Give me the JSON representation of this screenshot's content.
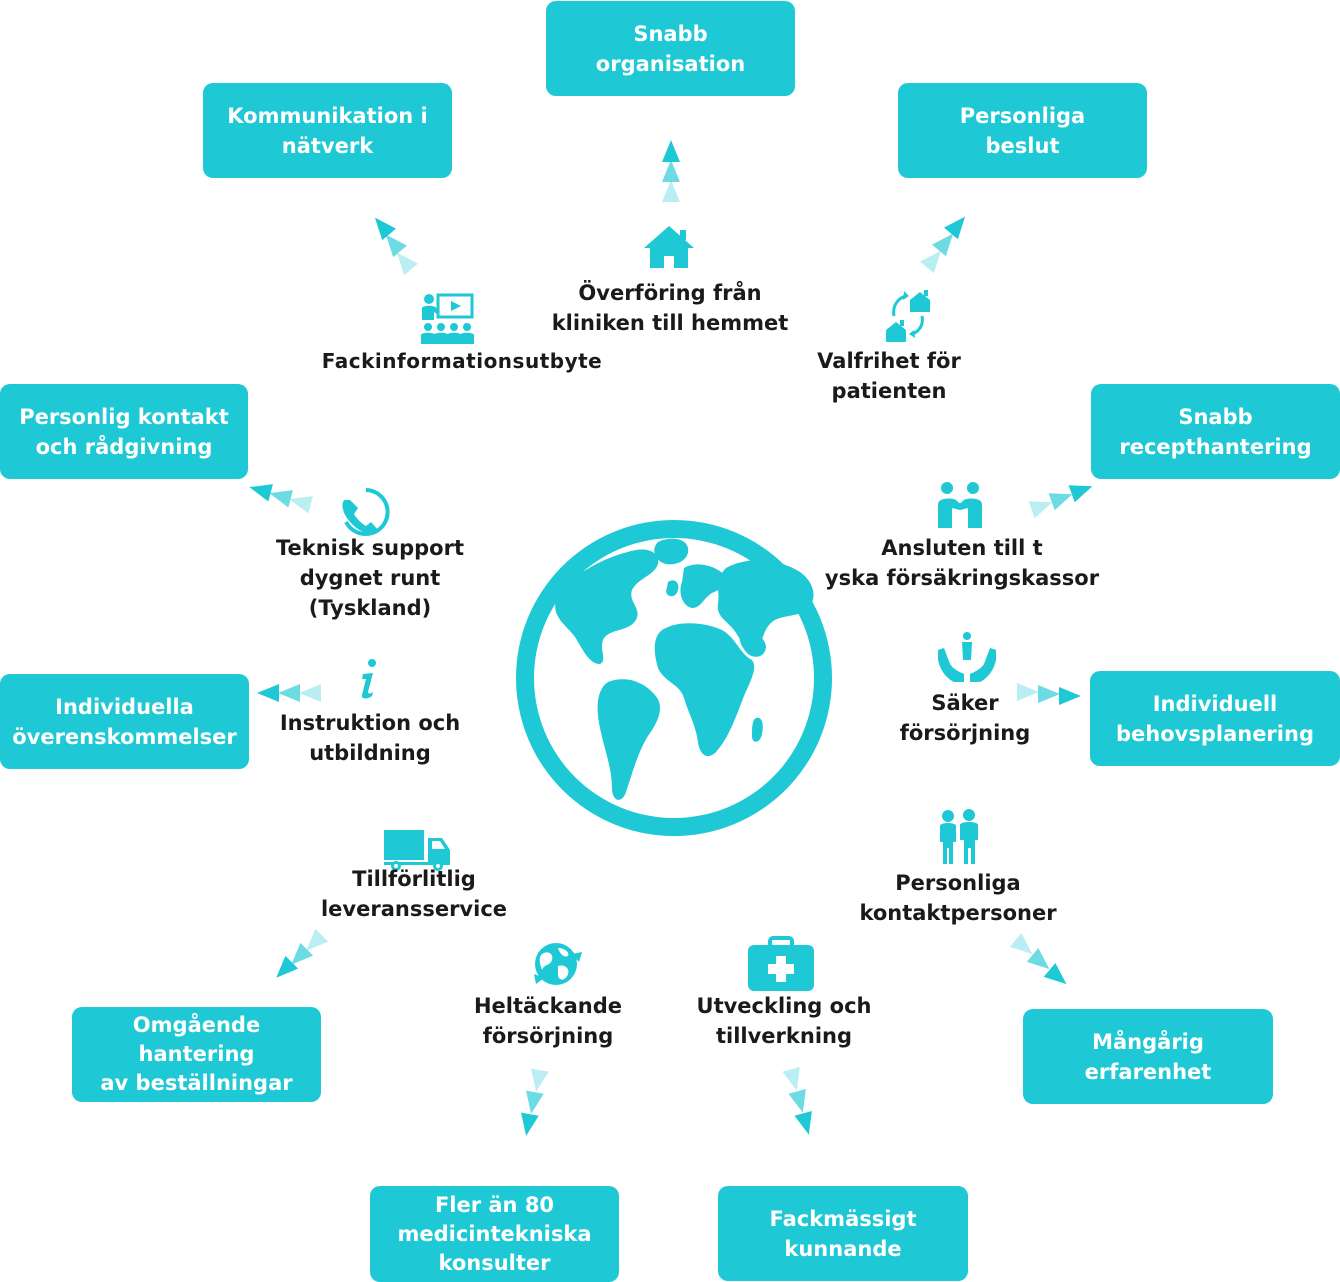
{
  "colors": {
    "teal": "#1ec8d4",
    "text": "#1a1a1a"
  },
  "boxes": {
    "snabb_org": [
      "Snabb",
      "organisation"
    ],
    "kommunikation": [
      "Kommunikation i",
      "nätverk"
    ],
    "personliga_beslut": [
      "Personliga",
      "beslut"
    ],
    "personlig_kontakt": [
      "Personlig kontakt",
      "och rådgivning"
    ],
    "snabb_recept": [
      "Snabb",
      "recepthantering"
    ],
    "individuella": [
      "Individuella",
      "överenskommelser"
    ],
    "individuell_behov": [
      "Individuell",
      "behovsplanering"
    ],
    "omgaende": [
      "Omgående",
      "hantering",
      "av beställningar"
    ],
    "mangarig": [
      "Mångårig",
      "erfarenhet"
    ],
    "fler_an_80": [
      "Fler än 80",
      "medicintekniska",
      "konsulter"
    ],
    "fackmassigt": [
      "Fackmässigt",
      "kunnande"
    ]
  },
  "labels": {
    "overforing": [
      "Överföring från",
      "kliniken till hemmet"
    ],
    "fackinfo": [
      "Fackinformationsutbyte"
    ],
    "valfrihet": [
      "Valfrihet för",
      "patienten"
    ],
    "teknisk": [
      "Teknisk support",
      "dygnet runt",
      "(Tyskland)"
    ],
    "ansluten": [
      "Ansluten till t",
      "yska försäkringskassor"
    ],
    "instruktion": [
      "Instruktion och",
      "utbildning"
    ],
    "saker": [
      "Säker",
      "försörjning"
    ],
    "tillforlitlig": [
      "Tillförlitlig",
      "leveransservice"
    ],
    "personliga_kontakt": [
      "Personliga",
      "kontaktpersoner"
    ],
    "heltackande": [
      "Heltäckande",
      "försörjning"
    ],
    "utveckling": [
      "Utveckling och",
      "tillverkning"
    ]
  },
  "icons": [
    "house-icon",
    "presentation-icon",
    "exchange-icon",
    "phone-support-icon",
    "handshake-icon",
    "info-icon",
    "protected-person-icon",
    "truck-icon",
    "people-icon",
    "globe-small-icon",
    "medical-kit-icon",
    "world-globe-icon"
  ]
}
